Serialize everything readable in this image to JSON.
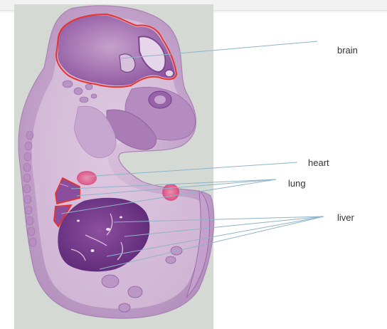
{
  "figure": {
    "labels": {
      "brain": "brain",
      "heart": "heart",
      "lung": "lung",
      "liver": "liver"
    },
    "colors": {
      "outline": "#e8322a",
      "leader_line": "#8fb3c8",
      "tissue_light": "#c9a9cf",
      "tissue_dark": "#7a3d8f",
      "blood": "#e4608a",
      "slide_background": "#d4d9d3"
    }
  }
}
